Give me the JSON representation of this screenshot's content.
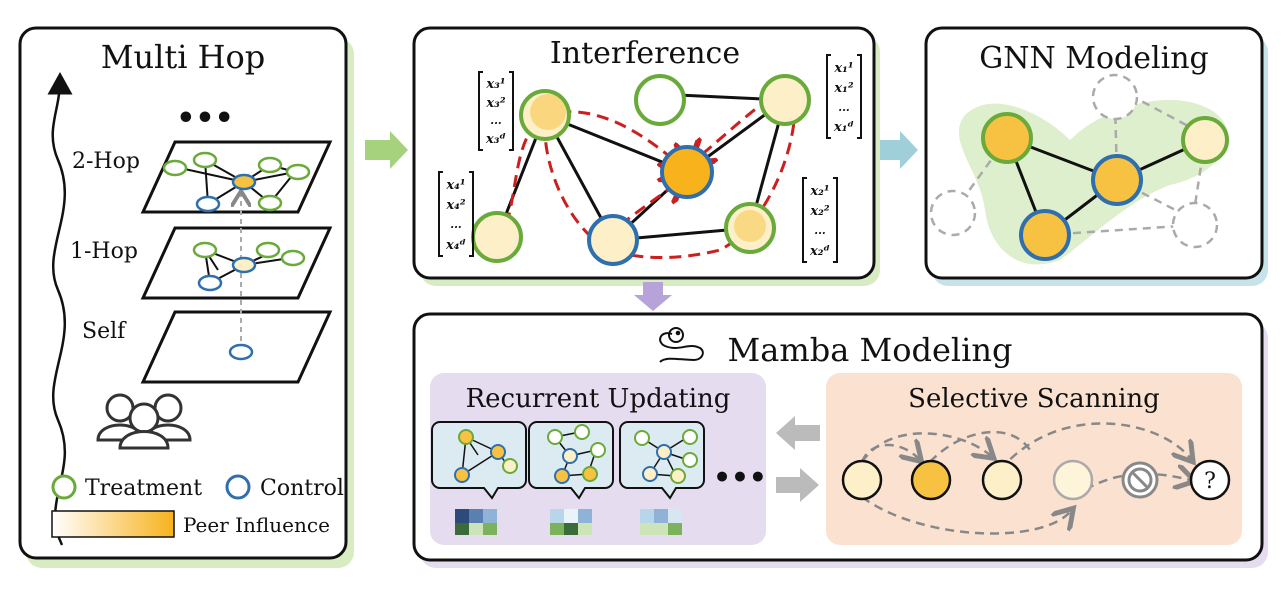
{
  "panels": {
    "multi_hop": {
      "title": "Multi Hop",
      "ellipsis": "•••",
      "levels": [
        "2-Hop",
        "1-Hop",
        "Self"
      ]
    },
    "interference": {
      "title": "Interference"
    },
    "gnn": {
      "title": "GNN Modeling"
    },
    "mamba": {
      "title": "Mamba Modeling",
      "recurrent_title": "Recurrent Updating",
      "selective_title": "Selective Scanning",
      "ellipsis": "•••",
      "unknown": "?"
    }
  },
  "legend": {
    "treatment": "Treatment",
    "control": "Control",
    "peer_influence": "Peer Influence"
  },
  "vectors": {
    "x3": [
      "x₃¹",
      "x₃²",
      "...",
      "x₃ᵈ"
    ],
    "x4": [
      "x₄¹",
      "x₄²",
      "...",
      "x₄ᵈ"
    ],
    "x1": [
      "x₁¹",
      "x₁²",
      "...",
      "x₁ᵈ"
    ],
    "x2": [
      "x₂¹",
      "x₂²",
      "...",
      "x₂ᵈ"
    ]
  },
  "colors": {
    "treatment": "#6aaa3a",
    "control": "#2f6fae",
    "influence_high": "#f7c242",
    "influence_low": "#fdf0c8",
    "green_bg": "#d8ecc4",
    "blue_bg": "#c7e3ea",
    "purple_bg": "#e6dcf0",
    "orange_bg": "#fbe2d0",
    "dashed_red": "#cc1f1f"
  }
}
